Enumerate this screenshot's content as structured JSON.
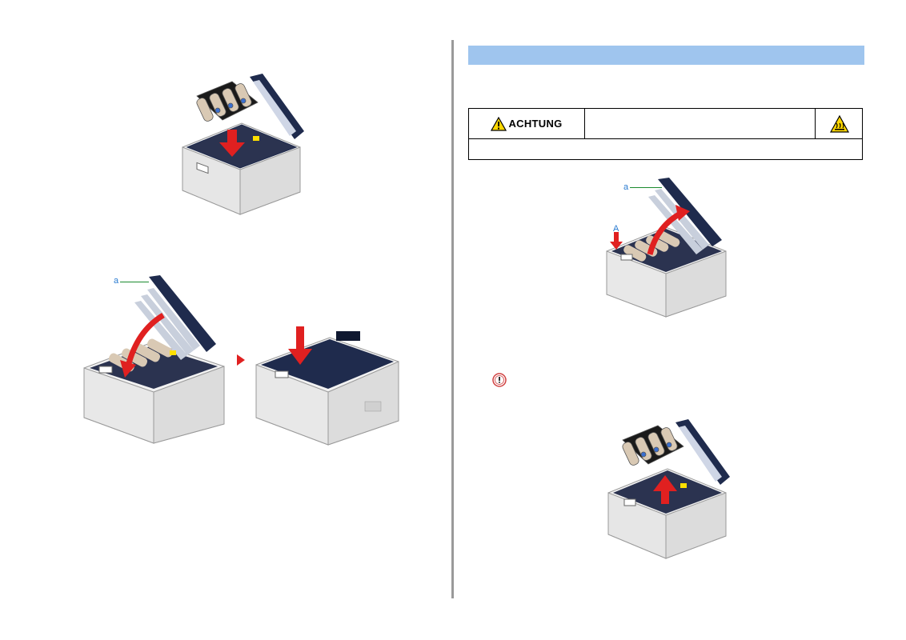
{
  "caution": {
    "label": "ACHTUNG"
  },
  "figures": {
    "fig1": {
      "name": "install-drums-figure"
    },
    "fig2": {
      "name": "close-cover-figure",
      "label_a": "a"
    },
    "fig3": {
      "name": "open-cover-figure",
      "label_a": "a",
      "label_A": "A"
    },
    "fig4": {
      "name": "remove-drums-figure"
    }
  },
  "colors": {
    "section_bar": "#9fc5ee",
    "arrow": "#e02020",
    "printer_top": "#1f2b4d",
    "label_line": "#1a8a2e"
  }
}
